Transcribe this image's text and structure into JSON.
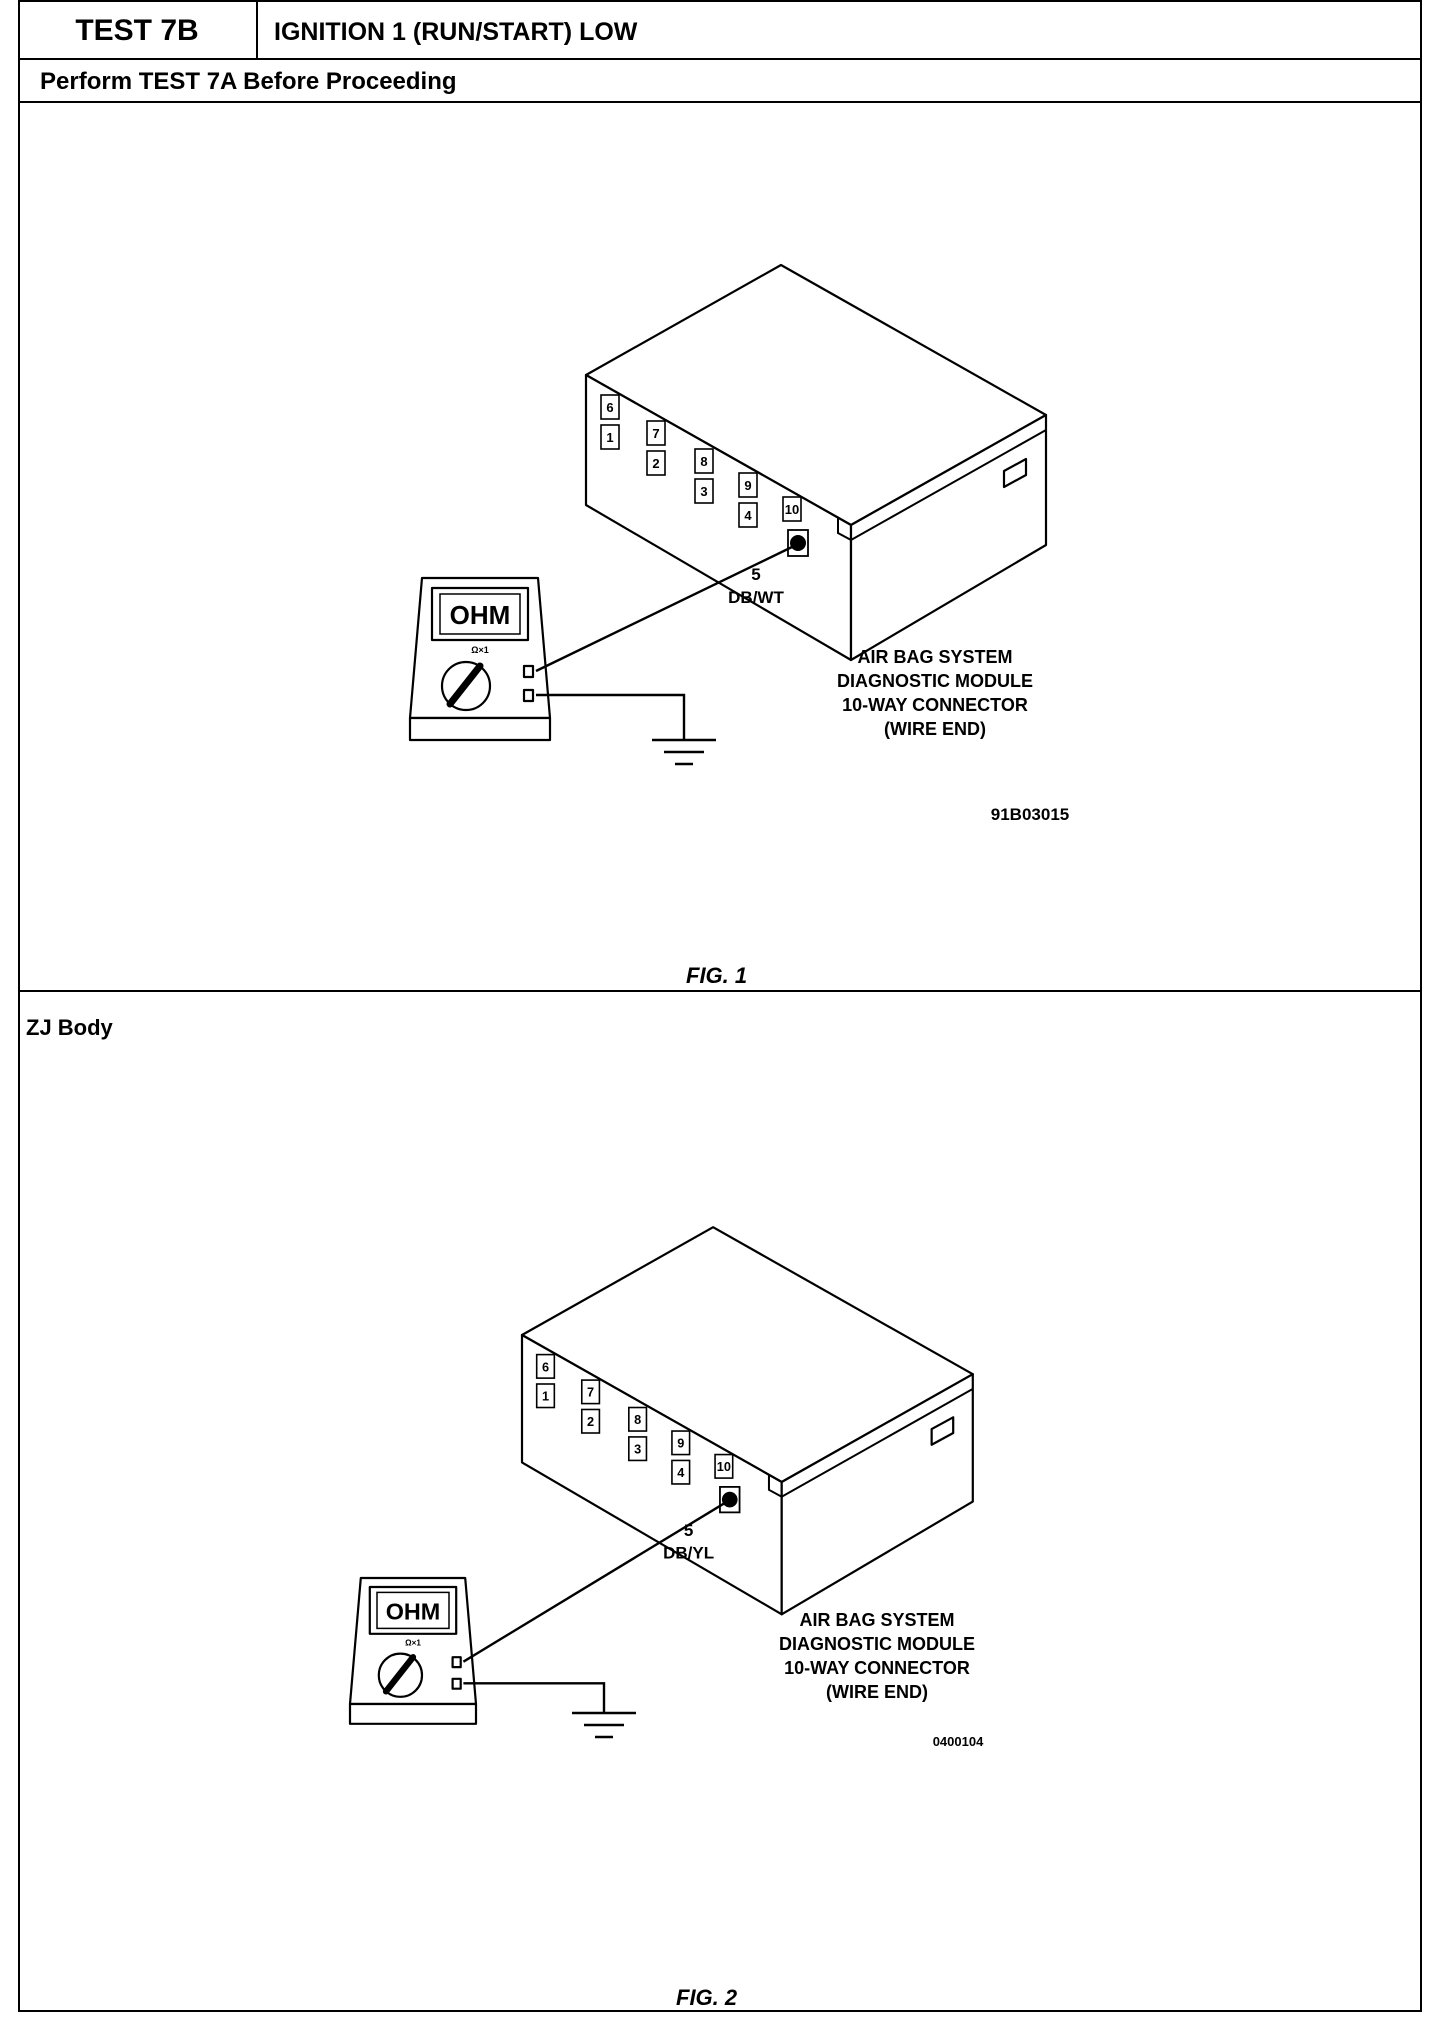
{
  "header": {
    "test_id": "TEST 7B",
    "test_title": "IGNITION 1 (RUN/START) LOW",
    "instruction": "Perform TEST 7A Before Proceeding"
  },
  "figure1": {
    "meter_display": "OHM",
    "meter_range": "Ω×1",
    "pin_labels": [
      "6",
      "1",
      "7",
      "2",
      "8",
      "3",
      "9",
      "4",
      "10"
    ],
    "pin_number": "5",
    "wire_color": "DB/WT",
    "callout": [
      "AIR BAG SYSTEM",
      "DIAGNOSTIC MODULE",
      "10-WAY CONNECTOR",
      "(WIRE END)"
    ],
    "part_number": "91B03015",
    "caption": "FIG. 1"
  },
  "section2_label": "ZJ Body",
  "figure2": {
    "meter_display": "OHM",
    "meter_range": "Ω×1",
    "pin_labels": [
      "6",
      "1",
      "7",
      "2",
      "8",
      "3",
      "9",
      "4",
      "10"
    ],
    "pin_number": "5",
    "wire_color": "DB/YL",
    "callout": [
      "AIR BAG SYSTEM",
      "DIAGNOSTIC MODULE",
      "10-WAY CONNECTOR",
      "(WIRE END)"
    ],
    "part_number": "0400104",
    "caption": "FIG. 2"
  }
}
